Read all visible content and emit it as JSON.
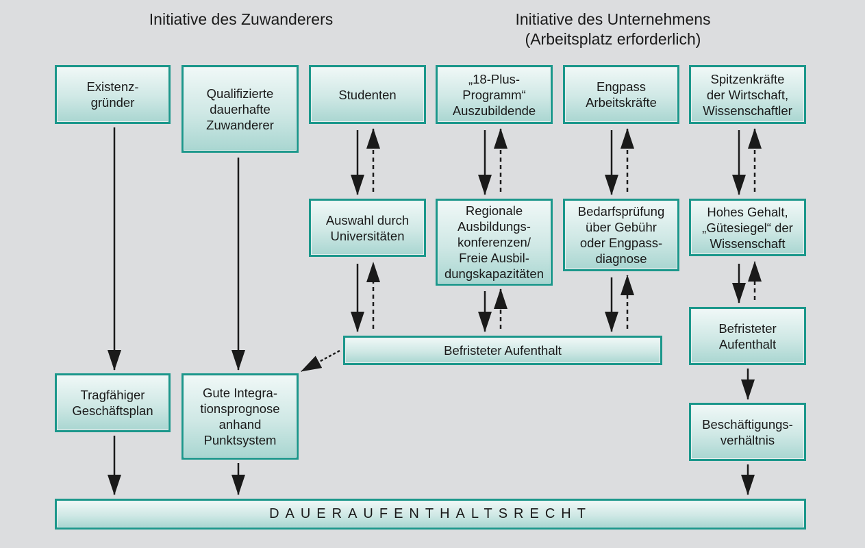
{
  "titles": {
    "left": "Initiative des Zuwanderers",
    "right_line1": "Initiative des Unternehmens",
    "right_line2": "(Arbeitsplatz erforderlich)"
  },
  "boxes": {
    "existenzgruender": "Existenz-\ngründer",
    "qualifizierte": "Qualifizierte\ndauerhafte\nZuwanderer",
    "studenten": "Studenten",
    "achtzehn_plus": "„18-Plus-\nProgramm“\nAuszubildende",
    "engpass": "Engpass\nArbeitskräfte",
    "spitzenkraefte": "Spitzenkräfte\nder Wirtschaft,\nWissenschaftler",
    "auswahl": "Auswahl durch\nUniversitäten",
    "regionale": "Regionale\nAusbildungs-\nkonferenzen/\nFreie Ausbil-\ndungskapazitäten",
    "bedarf": "Bedarfsprüfung\nüber Gebühr\noder Engpass-\ndiagnose",
    "hohes_gehalt": "Hohes Gehalt,\n„Gütesiegel“ der\nWissenschaft",
    "befristet_wide": "Befristeter Aufenthalt",
    "befristet_right": "Befristeter\nAufenthalt",
    "tragfaehig": "Tragfähiger\nGeschäftsplan",
    "integration": "Gute Integra-\ntionsprognose\nanhand\nPunktsystem",
    "beschaeftigung": "Beschäftigungs-\nverhältnis",
    "dauer": "DAUERAUFENTHALTSRECHT"
  },
  "colors": {
    "border": "#1b978b",
    "background": "#dcdddf",
    "arrow": "#1a1a1a"
  }
}
